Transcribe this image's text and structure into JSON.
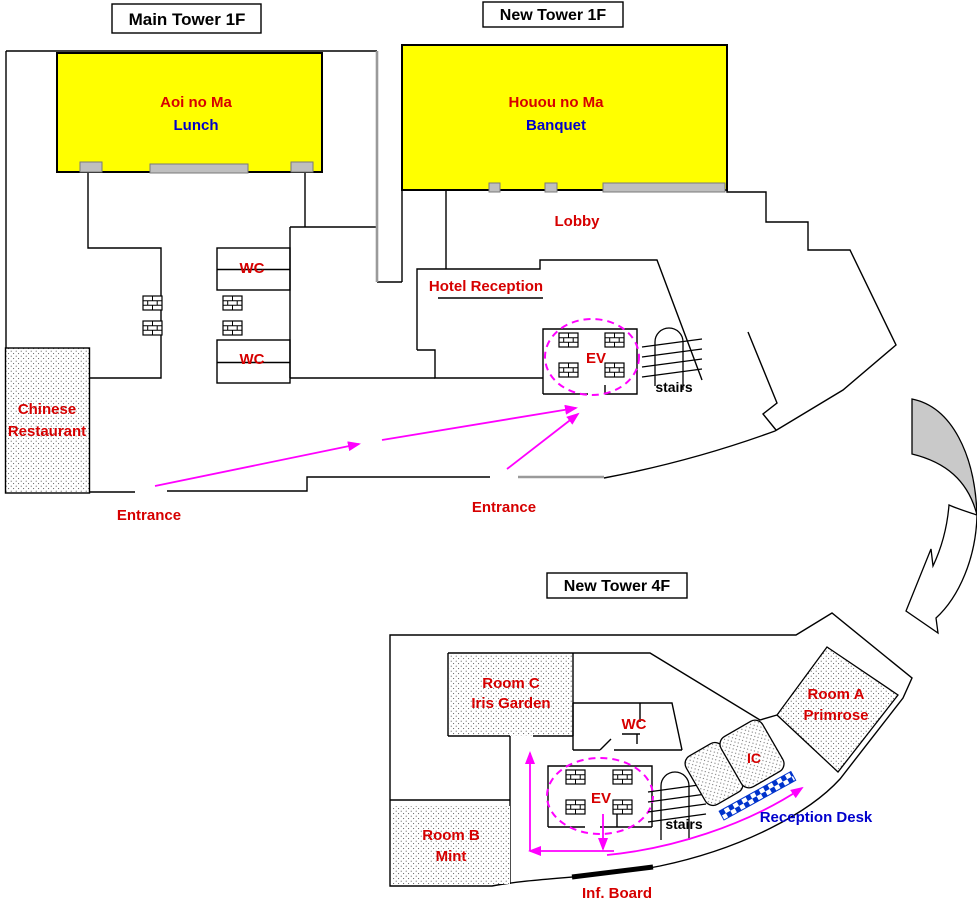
{
  "titles": {
    "main_tower_1f": "Main Tower 1F",
    "new_tower_1f": "New Tower 1F",
    "new_tower_4f": "New Tower 4F"
  },
  "floor1": {
    "aoi_no_ma": {
      "name": "Aoi no Ma",
      "subtitle": "Lunch"
    },
    "houou_no_ma": {
      "name": "Houou no Ma",
      "subtitle": "Banquet"
    },
    "lobby": "Lobby",
    "hotel_reception": "Hotel Reception",
    "chinese_restaurant": {
      "line1": "Chinese",
      "line2": "Restaurant"
    },
    "entrance_left": "Entrance",
    "entrance_right": "Entrance",
    "wc": "WC",
    "ev": "EV",
    "stairs": "stairs"
  },
  "floor4": {
    "room_a": {
      "line1": "Room A",
      "line2": "Primrose"
    },
    "room_b": {
      "line1": "Room B",
      "line2": "Mint"
    },
    "room_c": {
      "line1": "Room C",
      "line2": "Iris Garden"
    },
    "wc": "WC",
    "ev": "EV",
    "stairs": "stairs",
    "ic": "IC",
    "reception_desk": "Reception Desk",
    "inf_board": "Inf. Board"
  },
  "colors": {
    "room_fill": "#ffff00",
    "label_red": "#d60000",
    "label_blue": "#0000cc",
    "route_magenta": "#ff00ff",
    "door_gray": "#bfbfbf",
    "arrow_gray": "#c9c9c9"
  }
}
